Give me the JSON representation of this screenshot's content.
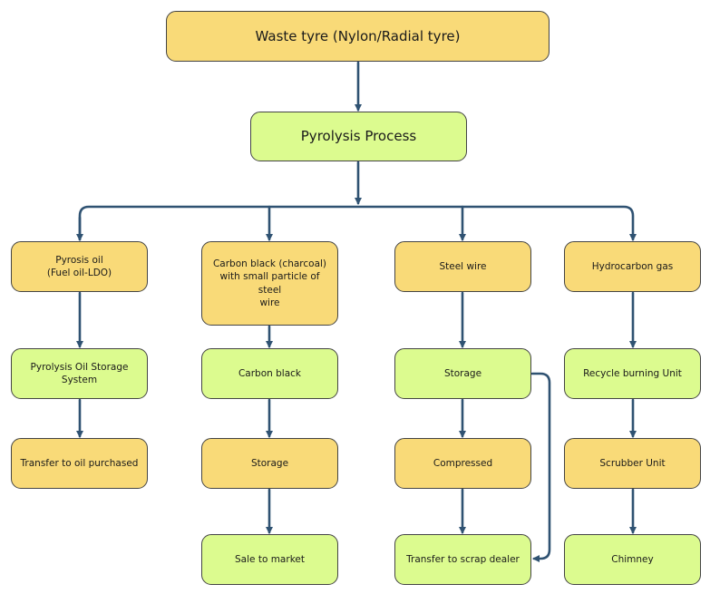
{
  "colors": {
    "yellow_fill": "#f9da78",
    "green_fill": "#dcfb8f",
    "arrow": "#2f5272",
    "border": "#444444"
  },
  "nodes": {
    "root": "Waste tyre (Nylon/Radial tyre)",
    "pyrolysis": "Pyrolysis Process",
    "oil": "Pyrosis oil\n(Fuel oil-LDO)",
    "carbon": "Carbon black (charcoal)\nwith small particle of steel\nwire",
    "steel": "Steel wire",
    "gas": "Hydrocarbon gas",
    "oil_storage": "Pyrolysis Oil Storage System",
    "carbon_black": "Carbon black",
    "steel_storage": "Storage",
    "recycle": "Recycle burning Unit",
    "transfer_oil": "Transfer to oil purchased",
    "carbon_storage": "Storage",
    "compressed": "Compressed",
    "scrubber": "Scrubber Unit",
    "sale": "Sale to market",
    "scrap": "Transfer to scrap dealer",
    "chimney": "Chimney"
  }
}
